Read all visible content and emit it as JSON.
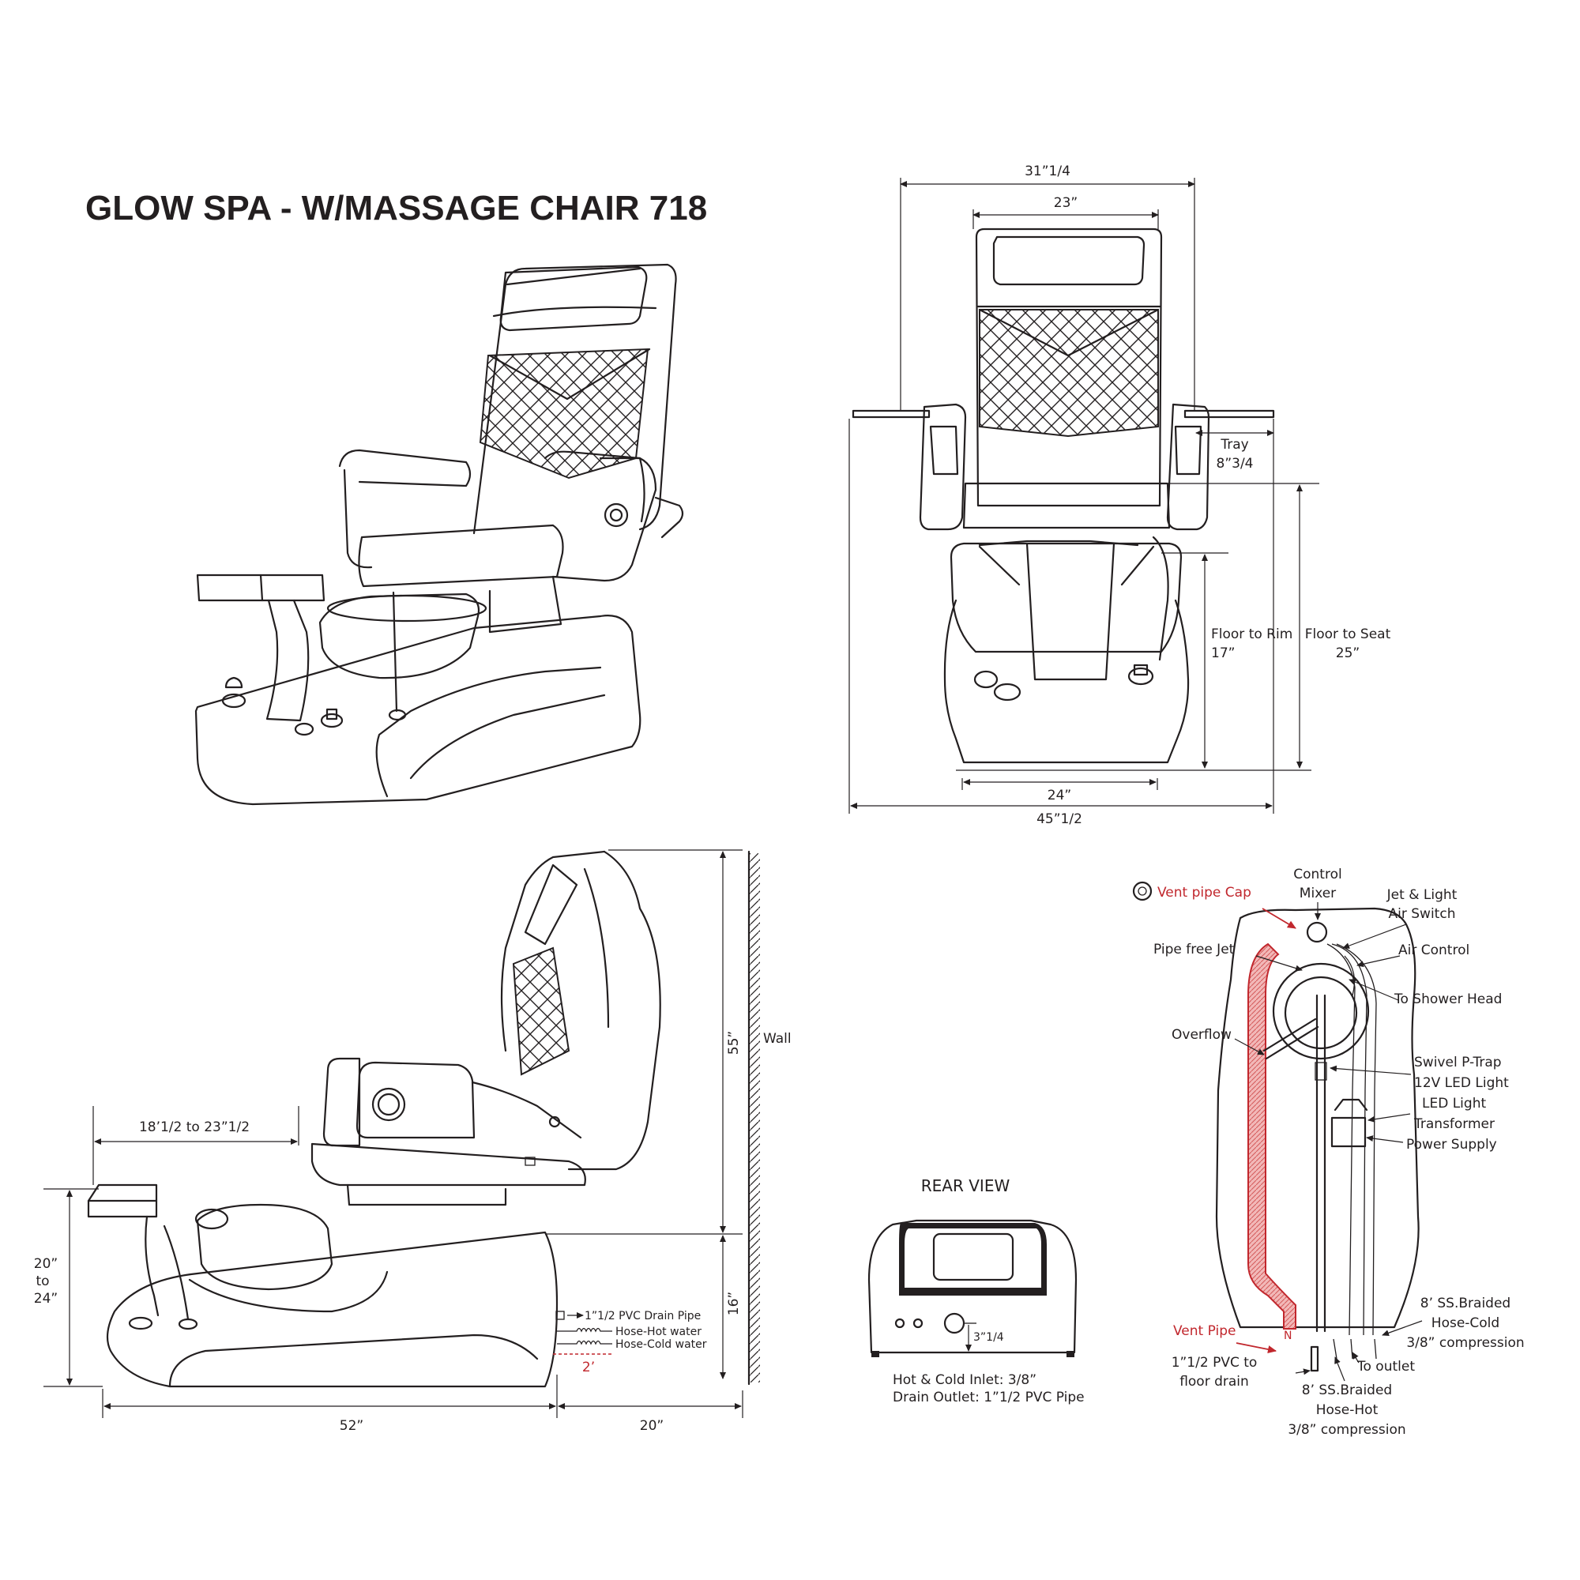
{
  "title": "GLOW SPA - W/MASSAGE CHAIR 718",
  "front_view": {
    "overall_top_width": "31”1/4",
    "backrest_width": "23”",
    "tray_label": "Tray",
    "tray_value": "8”3/4",
    "floor_to_rim_label": "Floor to Rim",
    "floor_to_rim_value": "17”",
    "floor_to_seat_label": "Floor to Seat",
    "floor_to_seat_value": "25”",
    "base_width": "24”",
    "overall_width": "45”1/2"
  },
  "side_view": {
    "footrest_range": "18’1/2 to 23”1/2",
    "footrest_height_top": "20”",
    "footrest_height_mid": "to",
    "footrest_height_bottom": "24”",
    "height": "55”",
    "wall_label": "Wall",
    "low_height": "16”",
    "drain_pipe": "1”1/2 PVC Drain Pipe",
    "hose_hot": "Hose-Hot water",
    "hose_cold": "Hose-Cold water",
    "hose_gap": "2’",
    "length": "52”",
    "wall_clearance": "20”"
  },
  "rear_view": {
    "title": "REAR VIEW",
    "inlet_height": "3”1/4",
    "inlet_note": "Hot & Cold Inlet: 3/8”",
    "drain_note": "Drain Outlet: 1”1/2 PVC Pipe"
  },
  "plumbing": {
    "vent_pipe_cap": "Vent pipe Cap",
    "control_mixer_1": "Control",
    "control_mixer_2": "Mixer",
    "jet_light_1": "Jet & Light",
    "jet_light_2": "Air Switch",
    "pipe_free_jet": "Pipe free Jet",
    "air_control": "Air Control",
    "shower_head": "To Shower Head",
    "overflow": "Overflow",
    "p_trap": "Swivel P-Trap",
    "led_12v": "12V LED Light",
    "led_transformer_1": "LED Light",
    "led_transformer_2": "Transformer",
    "power_supply": "Power Supply",
    "vent_pipe": "Vent Pipe",
    "hose_cold_1": "8’ SS.Braided",
    "hose_cold_2": "Hose-Cold",
    "hose_cold_3": "3/8” compression",
    "pvc_drain_1": "1”1/2 PVC to",
    "pvc_drain_2": "floor drain",
    "to_outlet": "To outlet",
    "hose_hot_1": "8’ SS.Braided",
    "hose_hot_2": "Hose-Hot",
    "hose_hot_3": "3/8” compression"
  },
  "colors": {
    "line": "#231f20",
    "accent": "#c1272d",
    "vent_fill": "#f2b8b8"
  }
}
